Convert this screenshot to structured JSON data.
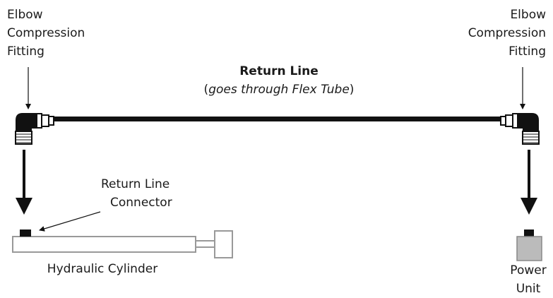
{
  "labels": {
    "left_fitting": [
      "Elbow",
      "Compression",
      "Fitting"
    ],
    "right_fitting": [
      "Elbow",
      "Compression",
      "Fitting"
    ],
    "return_line_title": "Return Line",
    "return_line_sub_open": "(",
    "return_line_sub_italic": "goes through Flex Tube",
    "return_line_sub_close": ")",
    "connector": [
      "Return Line",
      "Connector"
    ],
    "cylinder": "Hydraulic Cylinder",
    "power_unit": [
      "Power",
      "Unit"
    ]
  },
  "colors": {
    "line": "#111111",
    "outline": "#999999",
    "power_unit_fill": "#bbbbbb"
  }
}
